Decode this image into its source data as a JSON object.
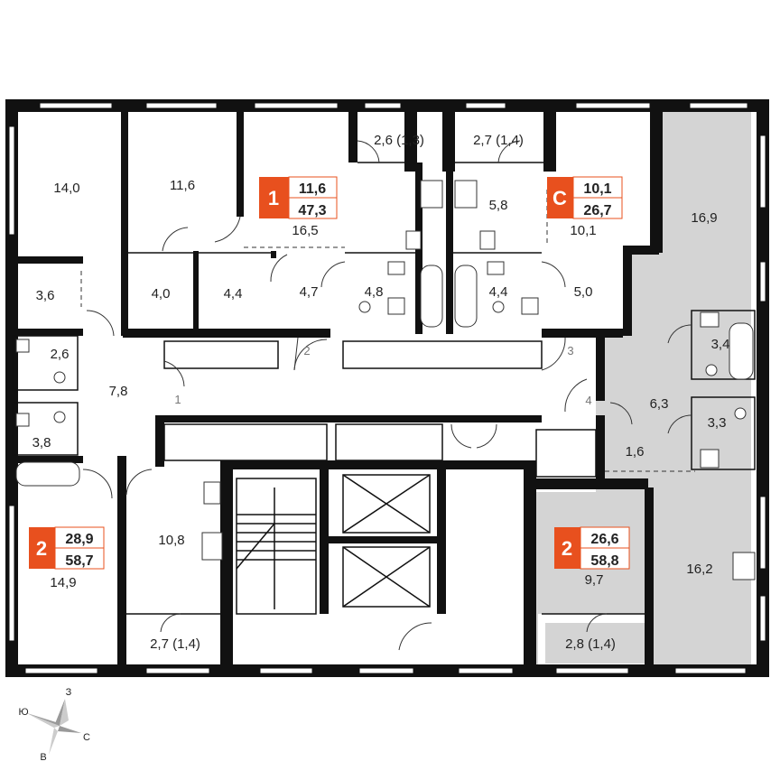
{
  "colors": {
    "accent": "#e8501e",
    "highlight": "#d4d4d4",
    "wall": "#111111"
  },
  "rooms": [
    "14,0",
    "11,6",
    "16,5",
    "2,6 (1,3)",
    "2,7 (1,4)",
    "5,8",
    "10,1",
    "16,9",
    "3,6",
    "4,0",
    "4,4",
    "4,7",
    "4,8",
    "4,4",
    "5,0",
    "2,6",
    "7,8",
    "3,4",
    "6,3",
    "3,3",
    "3,8",
    "1,6",
    "10,8",
    "14,9",
    "9,7",
    "16,2",
    "2,7 (1,4)",
    "2,8 (1,4)"
  ],
  "doors": [
    "1",
    "2",
    "3",
    "4"
  ],
  "apartments": [
    {
      "num": "1",
      "living": "11,6",
      "total": "47,3"
    },
    {
      "num": "С",
      "living": "10,1",
      "total": "26,7"
    },
    {
      "num": "2",
      "living": "28,9",
      "total": "58,7"
    },
    {
      "num": "2",
      "living": "26,6",
      "total": "58,8"
    }
  ],
  "compass": {
    "n": "З",
    "w": "Ю",
    "e": "С",
    "s": "В"
  }
}
